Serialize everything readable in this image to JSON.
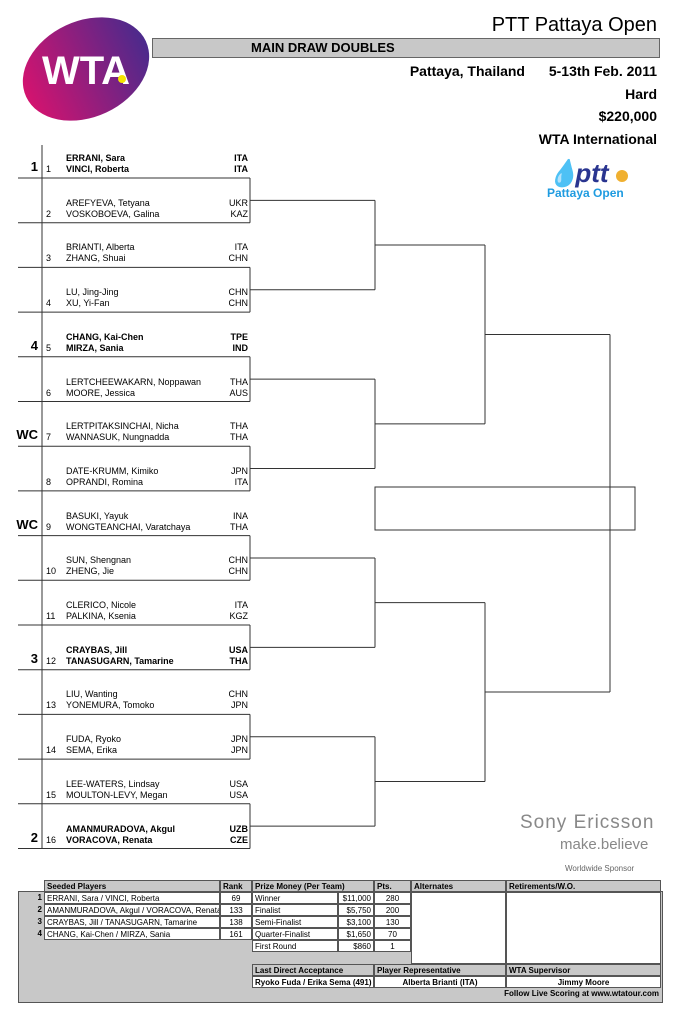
{
  "header": {
    "tournament": "PTT Pattaya Open",
    "draw": "MAIN DRAW DOUBLES",
    "location": "Pattaya, Thailand",
    "dates": "5-13th Feb. 2011",
    "surface": "Hard",
    "prize": "$220,000",
    "category": "WTA International",
    "logo_text": "WTA",
    "sponsor_logo": "ptt Pattaya Open"
  },
  "teams": [
    {
      "num": "1",
      "seed": "1",
      "p1": "ERRANI, Sara",
      "c1": "ITA",
      "p2": "VINCI, Roberta",
      "c2": "ITA",
      "bold": true
    },
    {
      "num": "2",
      "seed": "",
      "p1": "AREFYEVA, Tetyana",
      "c1": "UKR",
      "p2": "VOSKOBOEVA, Galina",
      "c2": "KAZ"
    },
    {
      "num": "3",
      "seed": "",
      "p1": "BRIANTI, Alberta",
      "c1": "ITA",
      "p2": "ZHANG, Shuai",
      "c2": "CHN"
    },
    {
      "num": "4",
      "seed": "",
      "p1": "LU, Jing-Jing",
      "c1": "CHN",
      "p2": "XU, Yi-Fan",
      "c2": "CHN"
    },
    {
      "num": "5",
      "seed": "4",
      "p1": "CHANG, Kai-Chen",
      "c1": "TPE",
      "p2": "MIRZA, Sania",
      "c2": "IND",
      "bold": true
    },
    {
      "num": "6",
      "seed": "",
      "p1": "LERTCHEEWAKARN, Noppawan",
      "c1": "THA",
      "p2": "MOORE, Jessica",
      "c2": "AUS"
    },
    {
      "num": "7",
      "seed": "WC",
      "p1": "LERTPITAKSINCHAI, Nicha",
      "c1": "THA",
      "p2": "WANNASUK, Nungnadda",
      "c2": "THA"
    },
    {
      "num": "8",
      "seed": "",
      "p1": "DATE-KRUMM, Kimiko",
      "c1": "JPN",
      "p2": "OPRANDI, Romina",
      "c2": "ITA"
    },
    {
      "num": "9",
      "seed": "WC",
      "p1": "BASUKI, Yayuk",
      "c1": "INA",
      "p2": "WONGTEANCHAI, Varatchaya",
      "c2": "THA"
    },
    {
      "num": "10",
      "seed": "",
      "p1": "SUN, Shengnan",
      "c1": "CHN",
      "p2": "ZHENG, Jie",
      "c2": "CHN"
    },
    {
      "num": "11",
      "seed": "",
      "p1": "CLERICO, Nicole",
      "c1": "ITA",
      "p2": "PALKINA, Ksenia",
      "c2": "KGZ"
    },
    {
      "num": "12",
      "seed": "3",
      "p1": "CRAYBAS, Jill",
      "c1": "USA",
      "p2": "TANASUGARN, Tamarine",
      "c2": "THA",
      "bold": true
    },
    {
      "num": "13",
      "seed": "",
      "p1": "LIU, Wanting",
      "c1": "CHN",
      "p2": "YONEMURA, Tomoko",
      "c2": "JPN"
    },
    {
      "num": "14",
      "seed": "",
      "p1": "FUDA, Ryoko",
      "c1": "JPN",
      "p2": "SEMA, Erika",
      "c2": "JPN"
    },
    {
      "num": "15",
      "seed": "",
      "p1": "LEE-WATERS, Lindsay",
      "c1": "USA",
      "p2": "MOULTON-LEVY, Megan",
      "c2": "USA"
    },
    {
      "num": "16",
      "seed": "2",
      "p1": "AMANMURADOVA, Akgul",
      "c1": "UZB",
      "p2": "VORACOVA, Renata",
      "c2": "CZE",
      "bold": true
    }
  ],
  "sponsor": {
    "name": "Sony Ericsson",
    "tagline": "make.believe",
    "label": "Worldwide Sponsor"
  },
  "footer": {
    "seeded_header": "Seeded Players",
    "rank_header": "Rank",
    "seeded": [
      {
        "n": "1",
        "name": "ERRANI, Sara / VINCI, Roberta",
        "rank": "69"
      },
      {
        "n": "2",
        "name": "AMANMURADOVA, Akgul / VORACOVA, Renata",
        "rank": "133"
      },
      {
        "n": "3",
        "name": "CRAYBAS, Jill / TANASUGARN, Tamarine",
        "rank": "138"
      },
      {
        "n": "4",
        "name": "CHANG, Kai-Chen / MIRZA, Sania",
        "rank": "161"
      }
    ],
    "prize_header": "Prize Money (Per Team)",
    "pts_header": "Pts.",
    "prize": [
      {
        "round": "Winner",
        "amount": "$11,000",
        "pts": "280"
      },
      {
        "round": "Finalist",
        "amount": "$5,750",
        "pts": "200"
      },
      {
        "round": "Semi-Finalist",
        "amount": "$3,100",
        "pts": "130"
      },
      {
        "round": "Quarter-Finalist",
        "amount": "$1,650",
        "pts": "70"
      },
      {
        "round": "First Round",
        "amount": "$860",
        "pts": "1"
      }
    ],
    "alternates_header": "Alternates",
    "retirements_header": "Retirements/W.O.",
    "lda_header": "Last Direct Acceptance",
    "lda": "Ryoko Fuda / Erika Sema (491)",
    "rep_header": "Player Representative",
    "rep": "Alberta Brianti (ITA)",
    "sup_header": "WTA Supervisor",
    "sup": "Jimmy Moore",
    "live": "Follow Live Scoring at www.wtatour.com"
  }
}
